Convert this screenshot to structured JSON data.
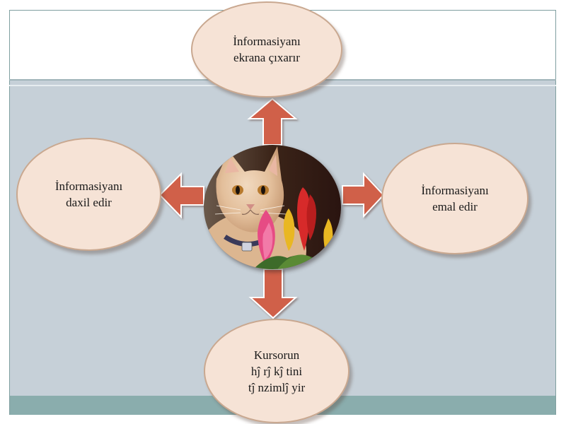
{
  "diagram": {
    "nodes": {
      "top": {
        "lines": [
          "İnformasiyanı",
          "ekrana çıxarır"
        ]
      },
      "left": {
        "lines": [
          "İnformasiyanı",
          "daxil edir"
        ]
      },
      "right": {
        "lines": [
          "İnformasiyanı",
          "emal edir"
        ]
      },
      "bottom": {
        "lines": [
          "Kursorun",
          "hĵ rĵ kĵ tini",
          "tĵ nzimlĵ yir"
        ]
      }
    },
    "center_image": "cat-with-flowers-photo",
    "colors": {
      "node_fill": "#f6e3d6",
      "node_border": "#c9a890",
      "arrow_fill": "#d0604a",
      "background": "#c6d0d8",
      "band": "#8aadad"
    }
  }
}
